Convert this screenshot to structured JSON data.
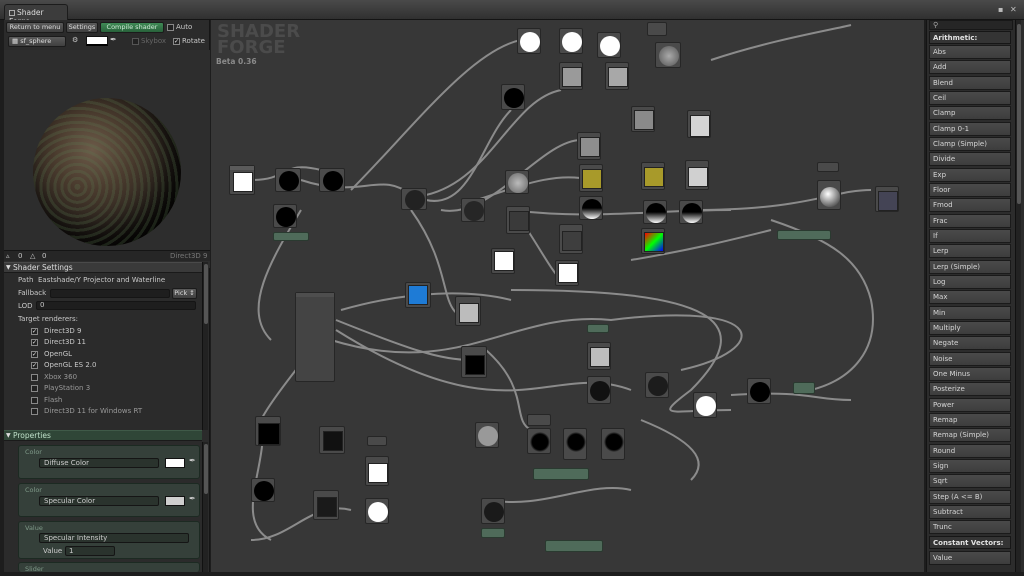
{
  "window": {
    "title": "Shader Forge",
    "controls": [
      "▪",
      "✕"
    ]
  },
  "toolbar": {
    "return_label": "Return to menu",
    "settings_label": "Settings",
    "compile_label": "Compile shader",
    "auto_label": "Auto",
    "auto_checked": false,
    "mesh_label": "sf_sphere",
    "skybox_label": "Skybox",
    "skybox_checked": false,
    "rotate_label": "Rotate",
    "rotate_checked": true
  },
  "stats": {
    "tris_count": "0",
    "verts_count": "0",
    "api": "Direct3D 9"
  },
  "shader_settings": {
    "header": "Shader Settings",
    "path_label": "Path",
    "path_value": "Eastshade/Y Projector and Waterline",
    "fallback_label": "Fallback",
    "pick_label": "Pick ↕",
    "lod_label": "LOD",
    "lod_value": "0",
    "renderers_label": "Target renderers:",
    "renderers": [
      {
        "label": "Direct3D 9",
        "checked": true
      },
      {
        "label": "Direct3D 11",
        "checked": true
      },
      {
        "label": "OpenGL",
        "checked": true
      },
      {
        "label": "OpenGL ES 2.0",
        "checked": true
      },
      {
        "label": "Xbox 360",
        "checked": false
      },
      {
        "label": "PlayStation 3",
        "checked": false
      },
      {
        "label": "Flash",
        "checked": false
      },
      {
        "label": "Direct3D 11 for Windows RT",
        "checked": false
      }
    ]
  },
  "properties": {
    "header": "Properties",
    "items": [
      {
        "type": "Color",
        "name": "Diffuse Color",
        "swatch": "#ffffff"
      },
      {
        "type": "Color",
        "name": "Specular Color",
        "swatch": "#cfcfcf"
      },
      {
        "type": "Value",
        "name": "Specular Intensity",
        "value_label": "Value",
        "value": "1"
      },
      {
        "type": "Slider"
      }
    ]
  },
  "canvas": {
    "logo_line1": "SHADER",
    "logo_line2": "FORGE",
    "version": "Beta 0.36"
  },
  "node_panel": {
    "search_placeholder": "",
    "categories": [
      {
        "name": "Arithmetic:",
        "items": [
          "Abs",
          "Add",
          "Blend",
          "Ceil",
          "Clamp",
          "Clamp 0-1",
          "Clamp (Simple)",
          "Divide",
          "Exp",
          "Floor",
          "Fmod",
          "Frac",
          "If",
          "Lerp",
          "Lerp (Simple)",
          "Log",
          "Max",
          "Min",
          "Multiply",
          "Negate",
          "Noise",
          "One Minus",
          "Posterize",
          "Power",
          "Remap",
          "Remap (Simple)",
          "Round",
          "Sign",
          "Sqrt",
          "Step (A <= B)",
          "Subtract",
          "Trunc"
        ]
      },
      {
        "name": "Constant Vectors:",
        "items": [
          "Value"
        ]
      }
    ]
  },
  "colors": {
    "accent_green": "#2f7a47",
    "canvas_bg": "#373737",
    "wire": "#9a9a9a"
  }
}
